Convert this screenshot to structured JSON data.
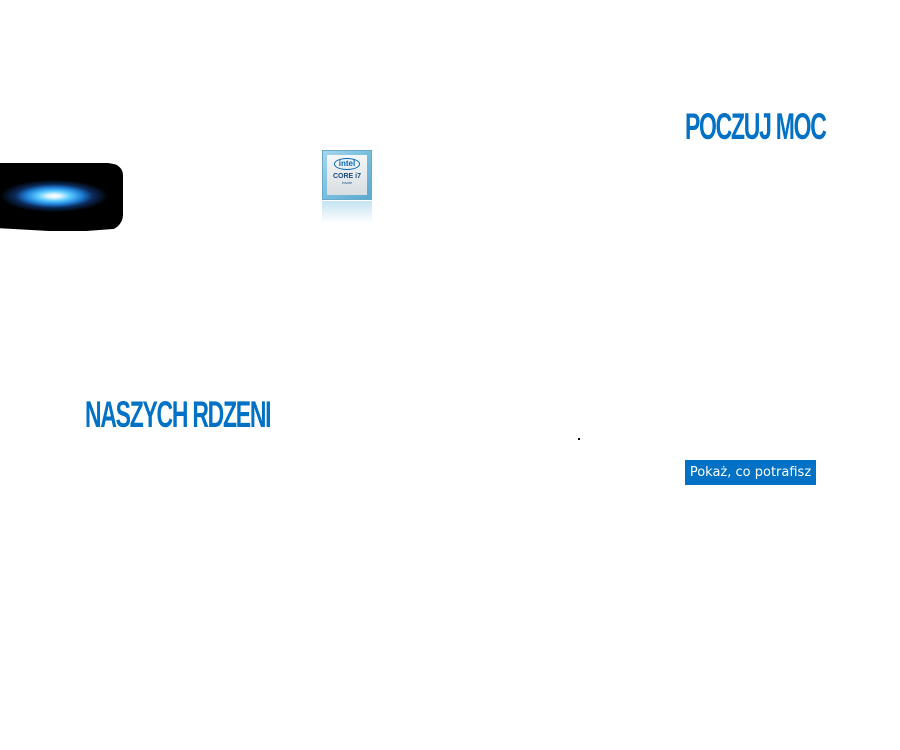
{
  "hero": {
    "headline_top": "POCZUJ MOC",
    "headline_bottom": "NASZYCH RDZENI",
    "cta_label": "Pokaż, co potrafisz"
  },
  "badge": {
    "brand": "intel",
    "product": "CORE i7",
    "inside": "inside"
  },
  "colors": {
    "brand_blue": "#0071c5",
    "button_blue": "#0071c5"
  },
  "icons": {
    "glow": "light-glow-graphic",
    "badge": "intel-core-i7-badge"
  }
}
